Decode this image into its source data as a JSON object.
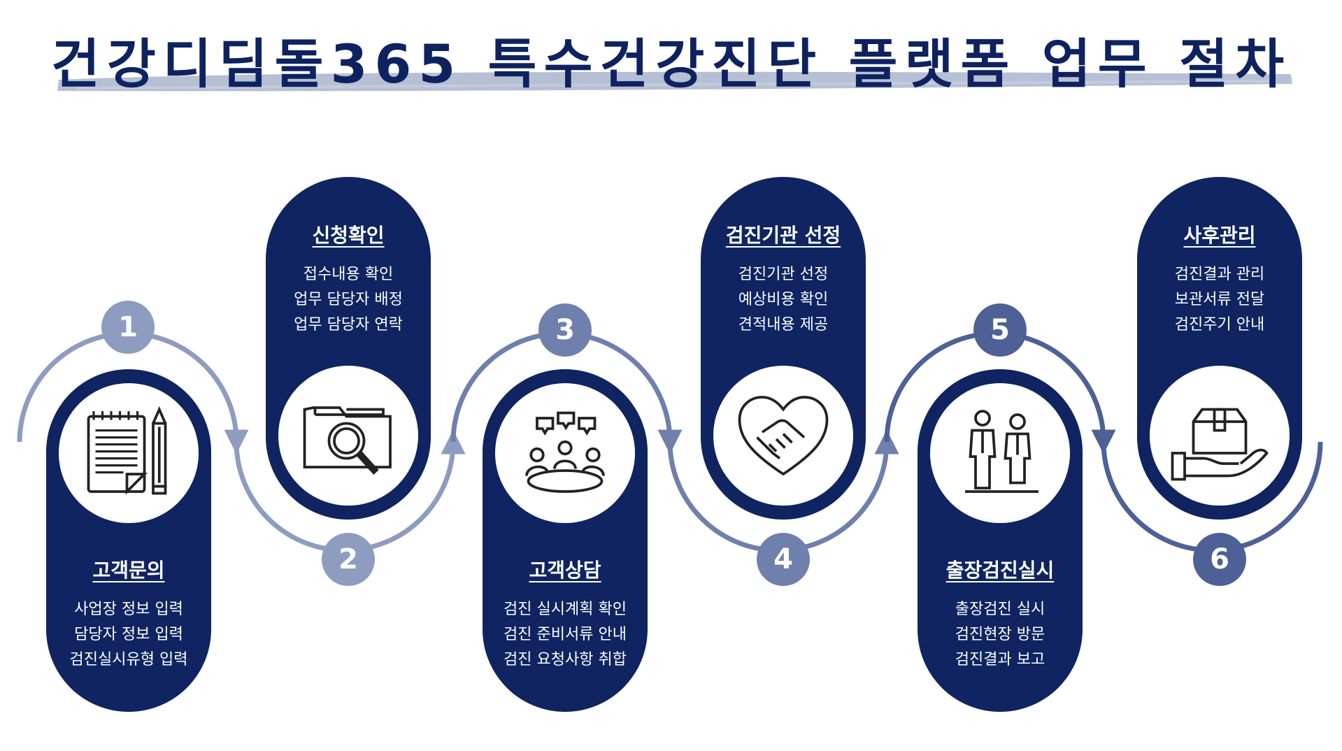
{
  "title": "건강디딤돌365 특수건강진단 플랫폼 업무 절차",
  "colors": {
    "navy": "#0f2461",
    "title_stroke": "#a9b4cc",
    "badge_1": "#8d9cbf",
    "badge_2": "#8d9cbf",
    "badge_3": "#6f80ac",
    "badge_4": "#6f80ac",
    "badge_5": "#4e6196",
    "badge_6": "#4e6196"
  },
  "steps": [
    {
      "number": "1",
      "title": "고객문의",
      "lines": [
        "사업장 정보 입력",
        "담당자 정보 입력",
        "검진실시유형 입력"
      ],
      "icon": "notepad-pencil-icon"
    },
    {
      "number": "2",
      "title": "신청확인",
      "lines": [
        "접수내용 확인",
        "업무 담당자 배정",
        "업무 담당자 연락"
      ],
      "icon": "folder-magnifier-icon"
    },
    {
      "number": "3",
      "title": "고객상담",
      "lines": [
        "검진 실시계획 확인",
        "검진 준비서류 안내",
        "검진 요청사항 취합"
      ],
      "icon": "meeting-table-icon"
    },
    {
      "number": "4",
      "title": "검진기관 선정",
      "lines": [
        "검진기관 선정",
        "예상비용 확인",
        "견적내용 제공"
      ],
      "icon": "heart-handshake-icon"
    },
    {
      "number": "5",
      "title": "출장검진실시",
      "lines": [
        "출장검진 실시",
        "검진현장 방문",
        "검진결과 보고"
      ],
      "icon": "two-people-icon"
    },
    {
      "number": "6",
      "title": "사후관리",
      "lines": [
        "검진결과 관리",
        "보관서류 전달",
        "검진주기 안내"
      ],
      "icon": "hand-box-icon"
    }
  ]
}
